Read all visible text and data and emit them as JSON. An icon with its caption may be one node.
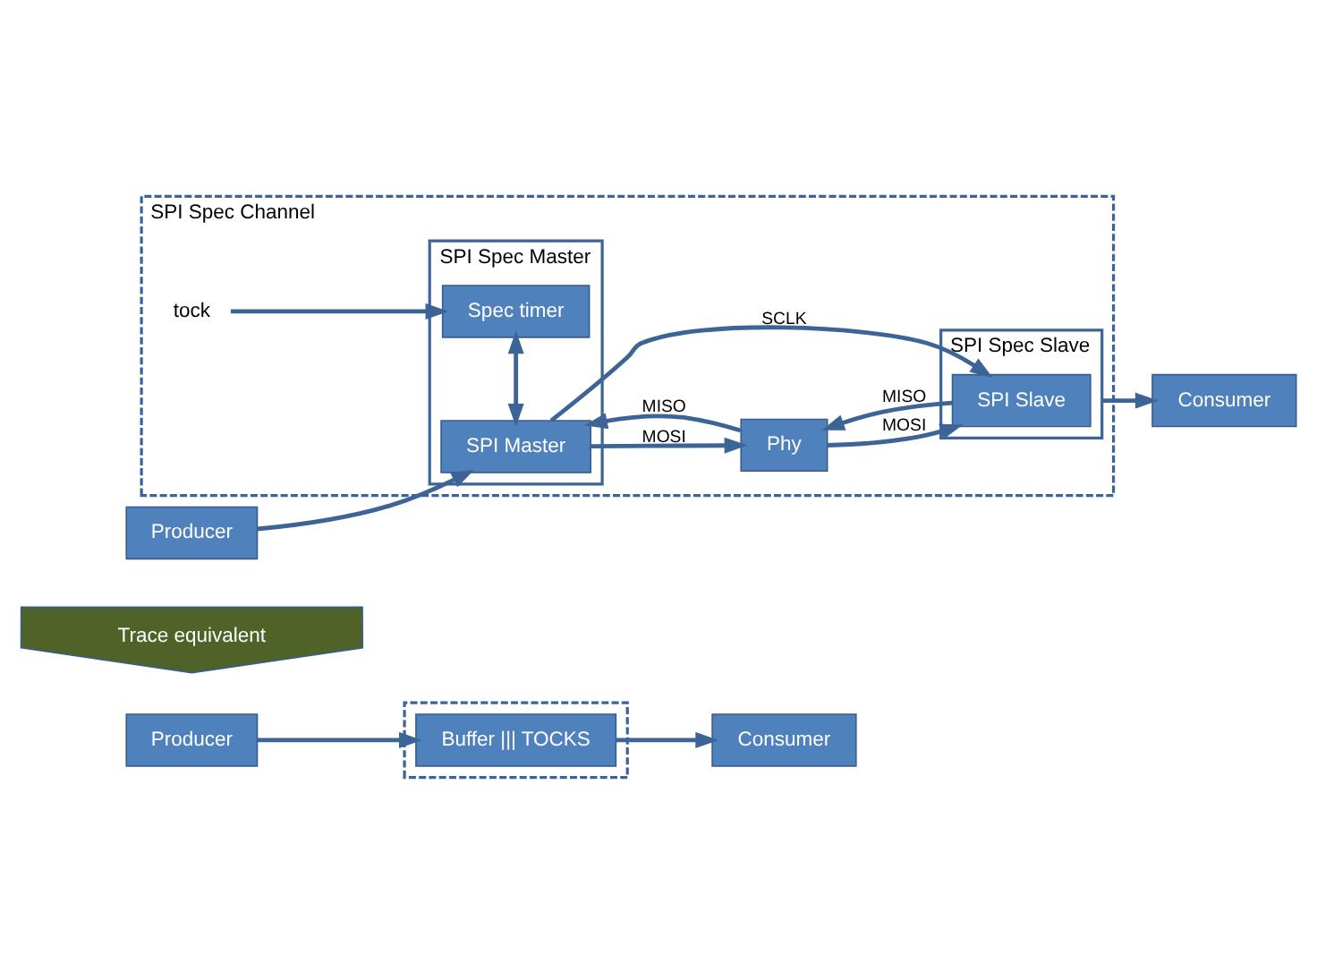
{
  "diagram": {
    "nodes": [
      {
        "text": [
          "Producer"
        ]
      },
      {
        "text": [],
        "shape": "box"
      },
      {
        "text": [
          "Buffer ||| TOCKS"
        ],
        "in": 1
      },
      {
        "text": [
          "Consumer"
        ]
      },
      {
        "text": [
          "Trace equivalent"
        ]
      },
      {
        "text": [
          "SPI Spec Channel"
        ]
      },
      {
        "text": [
          "SPI Spec Master"
        ],
        "in": 5
      },
      {
        "text": [
          "Spec timer"
        ],
        "in": 6
      },
      {
        "text": [
          "SPI Master"
        ],
        "in": 6
      },
      {
        "text": [
          "tock"
        ],
        "in": 5
      },
      {
        "text": [
          "Phy"
        ],
        "in": 5
      },
      {
        "text": [
          "SPI Spec Slave"
        ],
        "in": 5
      },
      {
        "text": [
          "SPI Slave"
        ],
        "in": 11
      },
      {
        "text": [
          "Producer"
        ]
      },
      {
        "text": [
          "Consumer"
        ]
      }
    ],
    "edges": [
      {
        "from": 0,
        "to": 2,
        "arrow": "to"
      },
      {
        "from": 2,
        "to": 3,
        "arrow": "to"
      },
      {
        "from": 9,
        "to": 7,
        "arrow": "to"
      },
      {
        "from": 7,
        "to": 8,
        "arrow": "both"
      },
      {
        "from": 13,
        "to": 8,
        "arrow": "to"
      },
      {
        "from": 8,
        "to": 10,
        "label": "MOSI",
        "arrow": "to"
      },
      {
        "from": 10,
        "to": 8,
        "label": "MISO",
        "arrow": "to"
      },
      {
        "from": 10,
        "to": 12,
        "label": "MOSI",
        "arrow": "to"
      },
      {
        "from": 12,
        "to": 10,
        "label": "MISO",
        "arrow": "to"
      },
      {
        "from": 8,
        "to": 12,
        "label": "SCLK",
        "arrow": "to"
      },
      {
        "from": 11,
        "to": 14,
        "arrow": "to"
      }
    ]
  }
}
